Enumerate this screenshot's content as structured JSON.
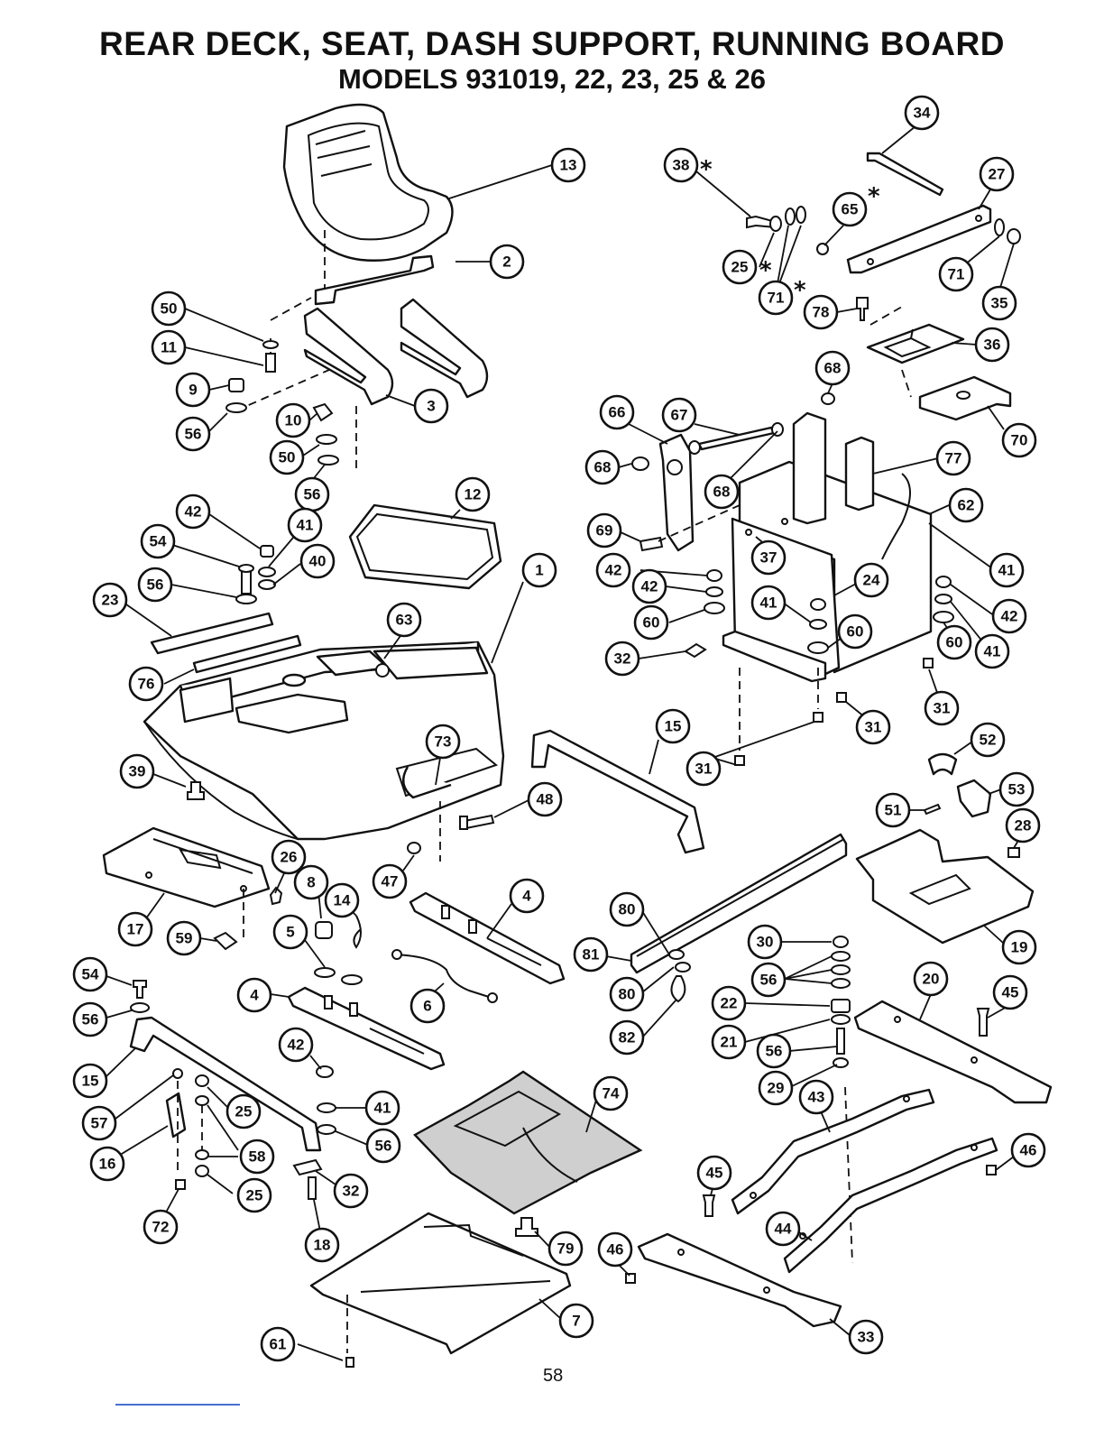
{
  "title": {
    "line1": "REAR DECK, SEAT, DASH SUPPORT, RUNNING BOARD",
    "line2": "MODELS 931019, 22, 23, 25 & 26"
  },
  "page_number": "58",
  "star_symbol": "*",
  "callouts": [
    "13",
    "2",
    "3",
    "50",
    "11",
    "9",
    "56",
    "10",
    "50",
    "56",
    "42",
    "54",
    "41",
    "40",
    "56",
    "23",
    "76",
    "12",
    "1",
    "63",
    "39",
    "73",
    "48",
    "15",
    "17",
    "26",
    "8",
    "14",
    "47",
    "59",
    "5",
    "54",
    "56",
    "4",
    "6",
    "15",
    "57",
    "16",
    "72",
    "42",
    "41",
    "56",
    "25",
    "58",
    "25",
    "32",
    "18",
    "74",
    "79",
    "7",
    "61",
    "4",
    "34",
    "38",
    "27",
    "65",
    "25",
    "71",
    "71",
    "35",
    "78",
    "36",
    "68",
    "66",
    "67",
    "68",
    "68",
    "70",
    "77",
    "62",
    "69",
    "37",
    "42",
    "24",
    "41",
    "42",
    "42",
    "41",
    "60",
    "60",
    "60",
    "41",
    "32",
    "31",
    "31",
    "31",
    "52",
    "53",
    "51",
    "28",
    "19",
    "80",
    "81",
    "80",
    "82",
    "30",
    "56",
    "22",
    "21",
    "56",
    "29",
    "20",
    "45",
    "43",
    "46",
    "45",
    "44",
    "46",
    "33"
  ]
}
